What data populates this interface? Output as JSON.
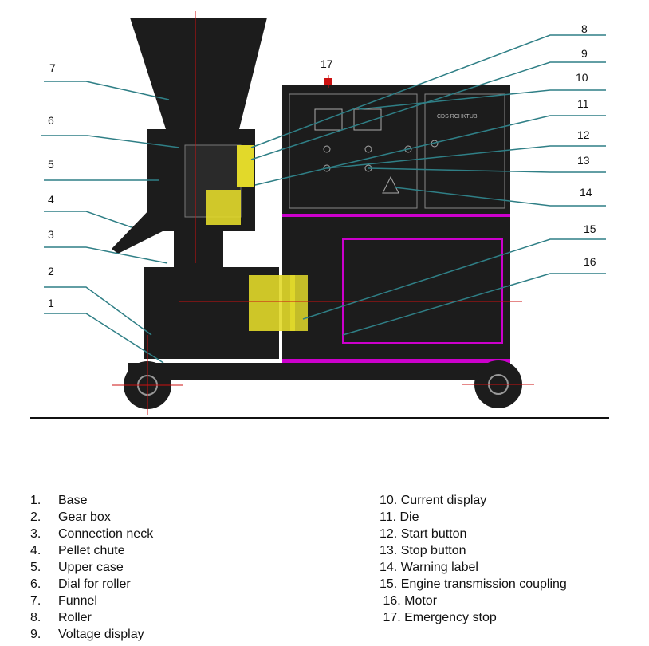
{
  "callouts": {
    "c1": "1",
    "c2": "2",
    "c3": "3",
    "c4": "4",
    "c5": "5",
    "c6": "6",
    "c7": "7",
    "c8": "8",
    "c9": "9",
    "c10": "10",
    "c11": "11",
    "c12": "12",
    "c13": "13",
    "c14": "14",
    "c15": "15",
    "c16": "16",
    "c17": "17"
  },
  "panel_text": "CDS RCHKTUB",
  "legend": {
    "left": [
      {
        "n": "1.",
        "label": "Base"
      },
      {
        "n": "2.",
        "label": "Gear box"
      },
      {
        "n": "3.",
        "label": "Connection neck"
      },
      {
        "n": "4.",
        "label": "Pellet chute"
      },
      {
        "n": "5.",
        "label": "Upper case"
      },
      {
        "n": "6.",
        "label": "Dial for roller"
      },
      {
        "n": "7.",
        "label": "Funnel"
      },
      {
        "n": "8.",
        "label": "Roller"
      },
      {
        "n": "9.",
        "label": "Voltage display"
      }
    ],
    "right": [
      "10. Current display",
      "11. Die",
      "12. Start button",
      "13. Stop button",
      "14. Warning label",
      "15. Engine transmission coupling",
      " 16. Motor",
      " 17. Emergency stop"
    ]
  },
  "colors": {
    "machine": "#1c1c1c",
    "leader": "#2f7f86",
    "axis": "#cc1111",
    "highlight": "#c0c"
  }
}
